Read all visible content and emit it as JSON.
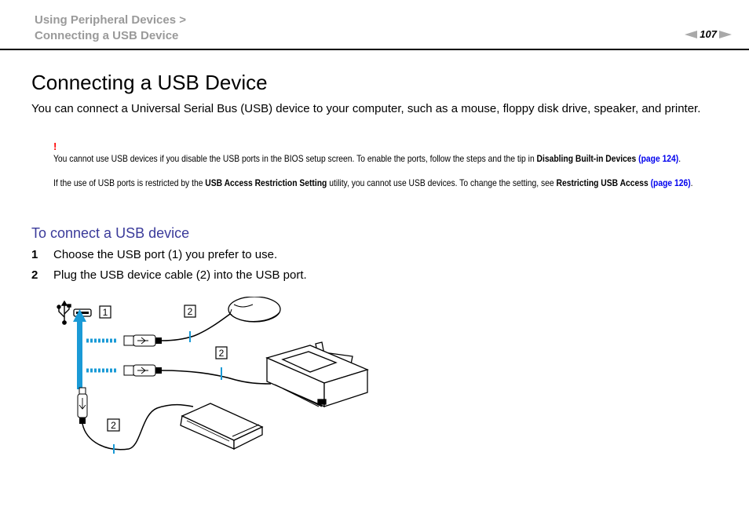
{
  "header": {
    "breadcrumb_line1": "Using Peripheral Devices >",
    "breadcrumb_line2": "Connecting a USB Device",
    "page_number": "107"
  },
  "title": "Connecting a USB Device",
  "intro": "You can connect a Universal Serial Bus (USB) device to your computer, such as a mouse, floppy disk drive, speaker, and printer.",
  "notes": {
    "mark": "!",
    "note1": {
      "text": "You cannot use USB devices if you disable the USB ports in the BIOS setup screen. To enable the ports, follow the steps and the tip in ",
      "bold": "Disabling Built-in Devices",
      "link": "(page 124)",
      "end": "."
    },
    "note2": {
      "text1": "If the use of USB ports is restricted by the ",
      "bold1": "USB Access Restriction Setting",
      "text2": " utility, you cannot use USB devices. To change the setting, see ",
      "bold2": "Restricting USB Access",
      "link": "(page 126)",
      "end": "."
    }
  },
  "procedure": {
    "heading": "To connect a USB device",
    "steps": [
      {
        "number": "1",
        "text": "Choose the USB port (1) you prefer to use."
      },
      {
        "number": "2",
        "text": "Plug the USB device cable (2) into the USB port."
      }
    ]
  },
  "figure": {
    "callout_port": "1",
    "callout_cable": "2",
    "colors": {
      "accent": "#1a9ad6",
      "line": "#000000"
    }
  }
}
